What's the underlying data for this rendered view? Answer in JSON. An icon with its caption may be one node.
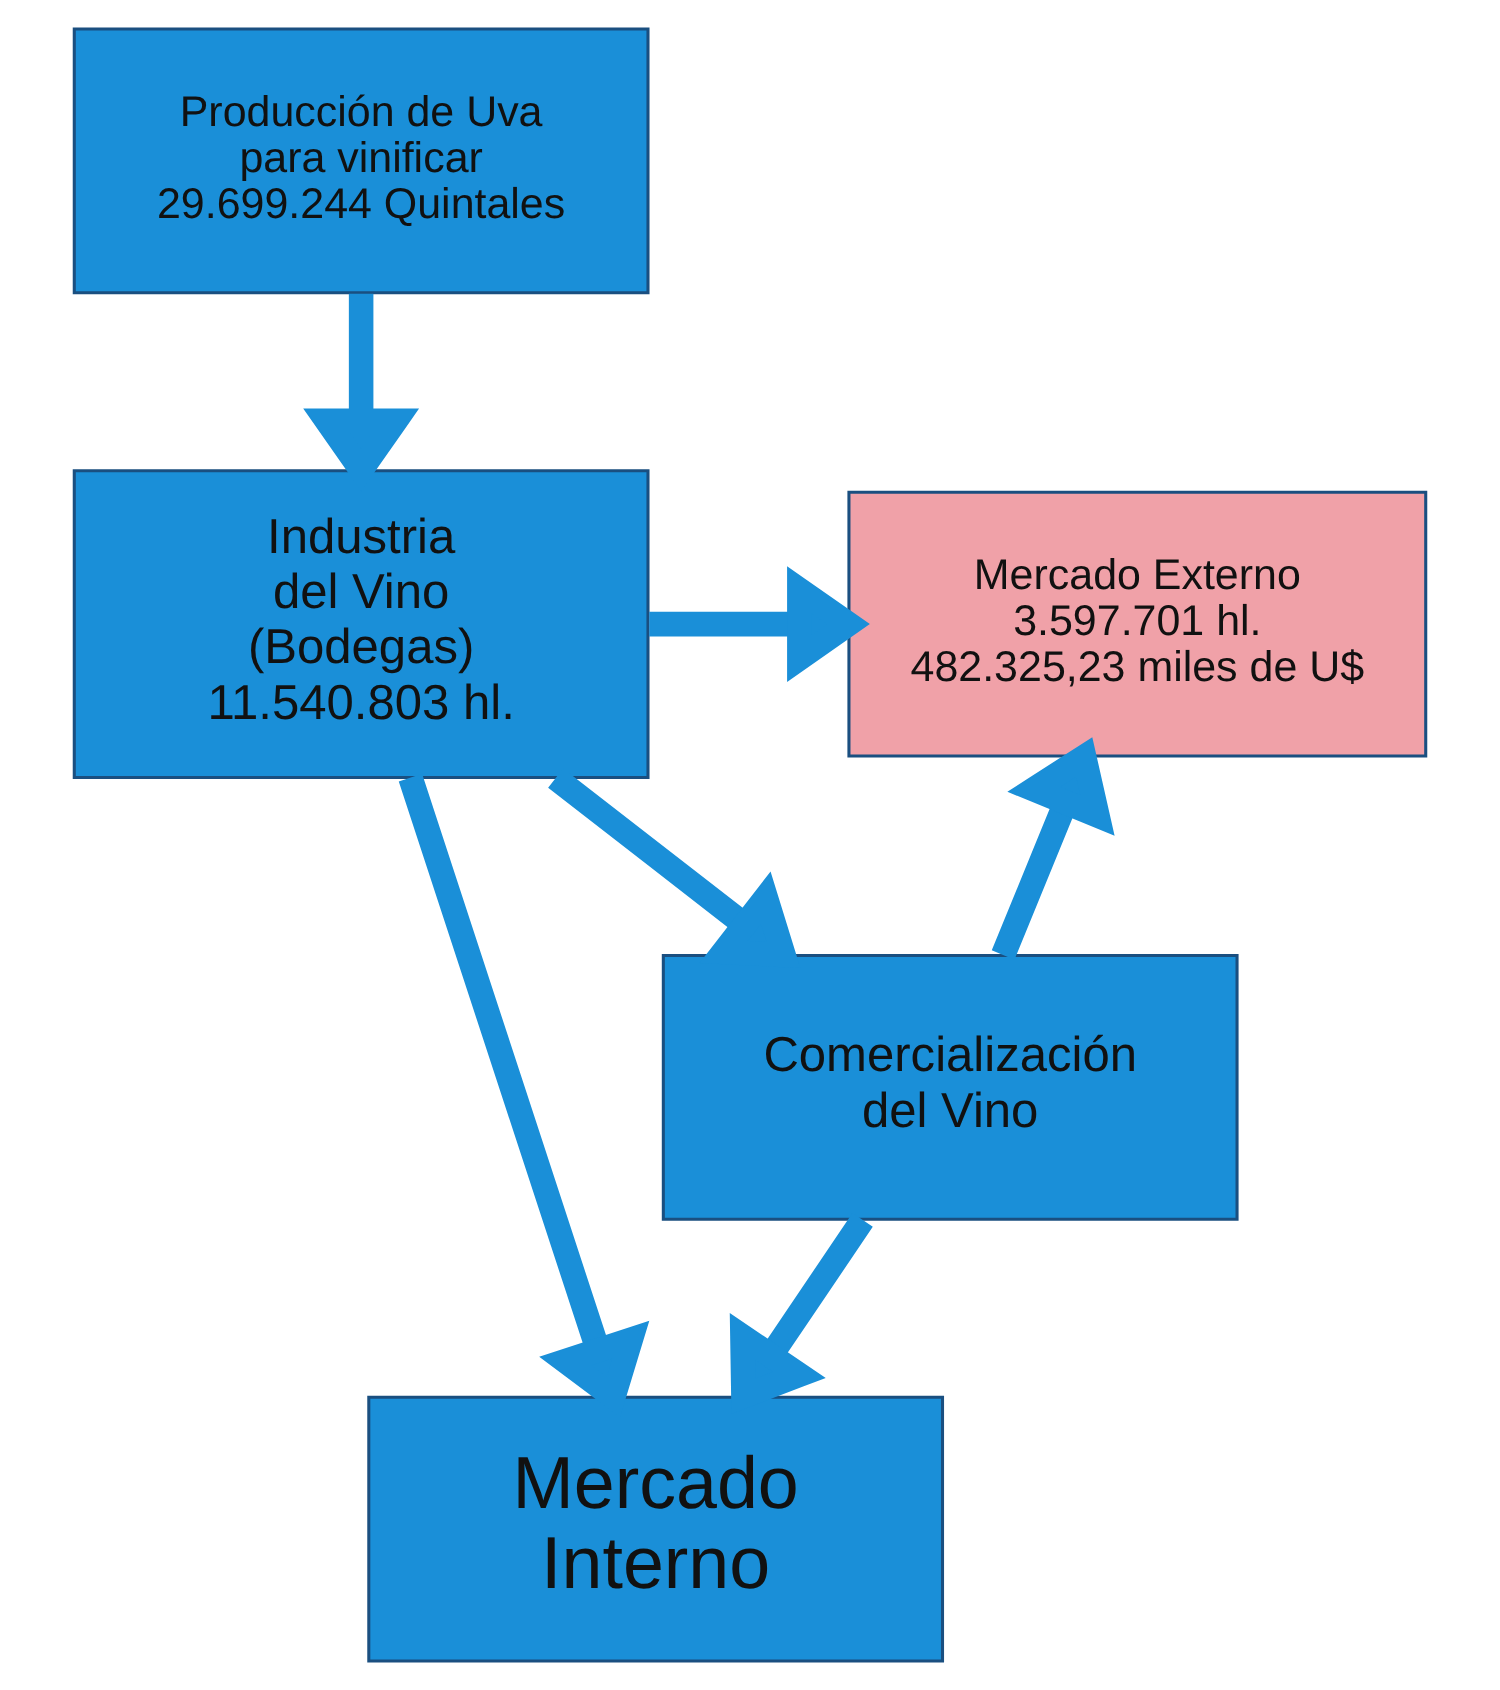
{
  "diagram": {
    "nodes": [
      {
        "text": [
          "Producción de Uva para vinificar 29.699.244 Quintales"
        ]
      },
      {
        "text": [
          "Industria del Vino (Bodegas) 11.540.803 hl."
        ]
      },
      {
        "text": [
          "Mercado Externo 3.597.701 hl. 482.325,23 miles de U$"
        ]
      },
      {
        "text": [
          "Comercialización del Vino"
        ]
      },
      {
        "text": [
          "Mercado Interno"
        ]
      }
    ],
    "edges": [
      {
        "from": 0,
        "to": 1,
        "arrow": "to"
      },
      {
        "from": 1,
        "to": 2,
        "arrow": "to"
      },
      {
        "from": 1,
        "to": 3,
        "arrow": "to"
      },
      {
        "from": 1,
        "to": 4,
        "arrow": "to"
      },
      {
        "from": 3,
        "to": 2,
        "arrow": "to"
      },
      {
        "from": 3,
        "to": 4,
        "arrow": "to"
      }
    ]
  }
}
